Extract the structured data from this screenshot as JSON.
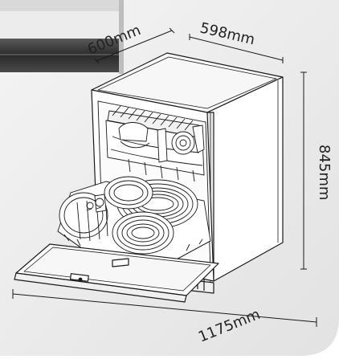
{
  "dimensions": {
    "depth": "600mm",
    "width": "598mm",
    "height": "845mm",
    "open_depth": "1175mm"
  },
  "colors": {
    "background": "#ffffff",
    "panel_gray": "#e6e6e6",
    "dark_band": "#3a3a3a",
    "line": "#1a1a1a"
  }
}
